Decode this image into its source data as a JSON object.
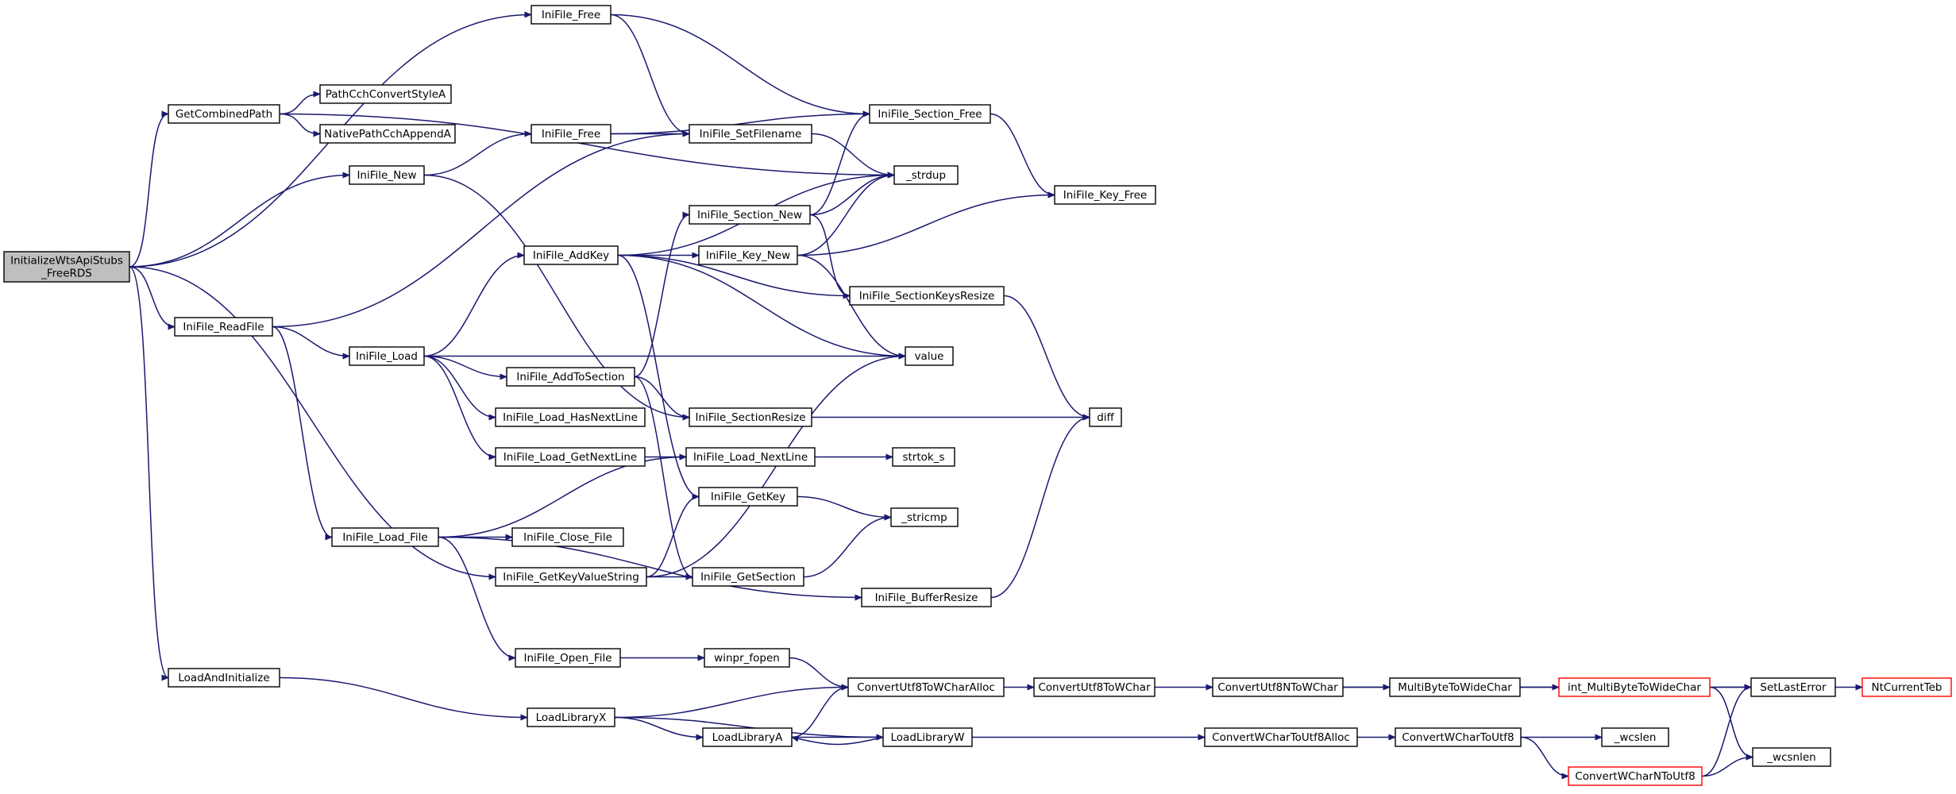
{
  "nodes": [
    {
      "id": "root",
      "lines": [
        "InitializeWtsApiStubs",
        "_FreeRDS"
      ],
      "interactable": true
    },
    {
      "id": "inifile_free_top",
      "lines": [
        "IniFile_Free"
      ],
      "interactable": true
    },
    {
      "id": "getcombinedpath",
      "lines": [
        "GetCombinedPath"
      ],
      "interactable": true
    },
    {
      "id": "pathcchconvertstylea",
      "lines": [
        "PathCchConvertStyleA"
      ],
      "interactable": true
    },
    {
      "id": "nativepathcchappenda",
      "lines": [
        "NativePathCchAppendA"
      ],
      "interactable": true
    },
    {
      "id": "inifile_new",
      "lines": [
        "IniFile_New"
      ],
      "interactable": true
    },
    {
      "id": "inifile_free_mid",
      "lines": [
        "IniFile_Free"
      ],
      "interactable": true
    },
    {
      "id": "inifile_setfilename",
      "lines": [
        "IniFile_SetFilename"
      ],
      "interactable": true
    },
    {
      "id": "inifile_section_free",
      "lines": [
        "IniFile_Section_Free"
      ],
      "interactable": true
    },
    {
      "id": "strdup",
      "lines": [
        "_strdup"
      ],
      "interactable": true
    },
    {
      "id": "inifile_key_free",
      "lines": [
        "IniFile_Key_Free"
      ],
      "interactable": true
    },
    {
      "id": "inifile_section_new",
      "lines": [
        "IniFile_Section_New"
      ],
      "interactable": true
    },
    {
      "id": "inifile_addkey",
      "lines": [
        "IniFile_AddKey"
      ],
      "interactable": true
    },
    {
      "id": "inifile_key_new",
      "lines": [
        "IniFile_Key_New"
      ],
      "interactable": true
    },
    {
      "id": "inifile_sectionkeysresize",
      "lines": [
        "IniFile_SectionKeysResize"
      ],
      "interactable": true
    },
    {
      "id": "inifile_readfile",
      "lines": [
        "IniFile_ReadFile"
      ],
      "interactable": true
    },
    {
      "id": "inifile_load",
      "lines": [
        "IniFile_Load"
      ],
      "interactable": true
    },
    {
      "id": "inifile_addtosection",
      "lines": [
        "IniFile_AddToSection"
      ],
      "interactable": true
    },
    {
      "id": "value",
      "lines": [
        "value"
      ],
      "interactable": true
    },
    {
      "id": "inifile_load_hasnextline",
      "lines": [
        "IniFile_Load_HasNextLine"
      ],
      "interactable": true
    },
    {
      "id": "inifile_sectionresize",
      "lines": [
        "IniFile_SectionResize"
      ],
      "interactable": true
    },
    {
      "id": "diff",
      "lines": [
        "diff"
      ],
      "interactable": true
    },
    {
      "id": "inifile_load_getnextline",
      "lines": [
        "IniFile_Load_GetNextLine"
      ],
      "interactable": true
    },
    {
      "id": "inifile_load_nextline",
      "lines": [
        "IniFile_Load_NextLine"
      ],
      "interactable": true
    },
    {
      "id": "strtok_s",
      "lines": [
        "strtok_s"
      ],
      "interactable": true
    },
    {
      "id": "inifile_getkey",
      "lines": [
        "IniFile_GetKey"
      ],
      "interactable": true
    },
    {
      "id": "stricmp",
      "lines": [
        "_stricmp"
      ],
      "interactable": true
    },
    {
      "id": "inifile_load_file",
      "lines": [
        "IniFile_Load_File"
      ],
      "interactable": true
    },
    {
      "id": "inifile_close_file",
      "lines": [
        "IniFile_Close_File"
      ],
      "interactable": true
    },
    {
      "id": "inifile_getkeyvaluestring",
      "lines": [
        "IniFile_GetKeyValueString"
      ],
      "interactable": true
    },
    {
      "id": "inifile_getsection",
      "lines": [
        "IniFile_GetSection"
      ],
      "interactable": true
    },
    {
      "id": "inifile_bufferresize",
      "lines": [
        "IniFile_BufferResize"
      ],
      "interactable": true
    },
    {
      "id": "inifile_open_file",
      "lines": [
        "IniFile_Open_File"
      ],
      "interactable": true
    },
    {
      "id": "winpr_fopen",
      "lines": [
        "winpr_fopen"
      ],
      "interactable": true
    },
    {
      "id": "loadandinitialize",
      "lines": [
        "LoadAndInitialize"
      ],
      "interactable": true
    },
    {
      "id": "convertutf8towcharalloc",
      "lines": [
        "ConvertUtf8ToWCharAlloc"
      ],
      "interactable": true
    },
    {
      "id": "convertutf8towchar",
      "lines": [
        "ConvertUtf8ToWChar"
      ],
      "interactable": true
    },
    {
      "id": "convertutf8ntowchar",
      "lines": [
        "ConvertUtf8NToWChar"
      ],
      "interactable": true
    },
    {
      "id": "multibytetowidechar",
      "lines": [
        "MultiByteToWideChar"
      ],
      "interactable": true
    },
    {
      "id": "int_multibytetowidechar",
      "lines": [
        "int_MultiByteToWideChar"
      ],
      "interactable": true,
      "red": true
    },
    {
      "id": "setlasterror",
      "lines": [
        "SetLastError"
      ],
      "interactable": true
    },
    {
      "id": "ntcurrentteb",
      "lines": [
        "NtCurrentTeb"
      ],
      "interactable": true,
      "red": true
    },
    {
      "id": "loadlibraryx",
      "lines": [
        "LoadLibraryX"
      ],
      "interactable": true
    },
    {
      "id": "loadlibrarya",
      "lines": [
        "LoadLibraryA"
      ],
      "interactable": true
    },
    {
      "id": "loadlibraryw",
      "lines": [
        "LoadLibraryW"
      ],
      "interactable": true
    },
    {
      "id": "convertwchartoutf8alloc",
      "lines": [
        "ConvertWCharToUtf8Alloc"
      ],
      "interactable": true
    },
    {
      "id": "convertwchartoutf8",
      "lines": [
        "ConvertWCharToUtf8"
      ],
      "interactable": true
    },
    {
      "id": "wcslen",
      "lines": [
        "_wcslen"
      ],
      "interactable": true
    },
    {
      "id": "convertwcharntoutf8",
      "lines": [
        "ConvertWCharNToUtf8"
      ],
      "interactable": true,
      "red": true
    },
    {
      "id": "wcsnlen",
      "lines": [
        "_wcsnlen"
      ],
      "interactable": true
    }
  ],
  "edges": [
    [
      "root",
      "inifile_free_top"
    ],
    [
      "root",
      "getcombinedpath"
    ],
    [
      "root",
      "inifile_new"
    ],
    [
      "root",
      "inifile_readfile"
    ],
    [
      "root",
      "inifile_getkeyvaluestring"
    ],
    [
      "root",
      "loadandinitialize"
    ],
    [
      "inifile_free_top",
      "inifile_setfilename"
    ],
    [
      "inifile_free_top",
      "inifile_section_free"
    ],
    [
      "getcombinedpath",
      "pathcchconvertstylea"
    ],
    [
      "getcombinedpath",
      "nativepathcchappenda"
    ],
    [
      "getcombinedpath",
      "strdup"
    ],
    [
      "inifile_new",
      "inifile_free_mid"
    ],
    [
      "inifile_new",
      "inifile_sectionresize"
    ],
    [
      "inifile_free_mid",
      "inifile_setfilename"
    ],
    [
      "inifile_free_mid",
      "inifile_section_free"
    ],
    [
      "inifile_setfilename",
      "strdup"
    ],
    [
      "inifile_section_free",
      "inifile_key_free"
    ],
    [
      "inifile_readfile",
      "inifile_setfilename"
    ],
    [
      "inifile_readfile",
      "inifile_load"
    ],
    [
      "inifile_readfile",
      "inifile_load_file"
    ],
    [
      "inifile_addkey",
      "strdup"
    ],
    [
      "inifile_addkey",
      "inifile_key_new"
    ],
    [
      "inifile_addkey",
      "inifile_sectionkeysresize"
    ],
    [
      "inifile_addkey",
      "value"
    ],
    [
      "inifile_addkey",
      "inifile_getkey"
    ],
    [
      "inifile_section_new",
      "inifile_section_free"
    ],
    [
      "inifile_section_new",
      "strdup"
    ],
    [
      "inifile_section_new",
      "inifile_sectionkeysresize"
    ],
    [
      "inifile_key_new",
      "strdup"
    ],
    [
      "inifile_key_new",
      "inifile_key_free"
    ],
    [
      "inifile_key_new",
      "value"
    ],
    [
      "inifile_sectionkeysresize",
      "diff"
    ],
    [
      "inifile_load",
      "inifile_addkey"
    ],
    [
      "inifile_load",
      "value"
    ],
    [
      "inifile_load",
      "inifile_addtosection"
    ],
    [
      "inifile_load",
      "inifile_load_hasnextline"
    ],
    [
      "inifile_load",
      "inifile_load_getnextline"
    ],
    [
      "inifile_addtosection",
      "inifile_section_new"
    ],
    [
      "inifile_addtosection",
      "inifile_sectionresize"
    ],
    [
      "inifile_addtosection",
      "inifile_getsection"
    ],
    [
      "inifile_sectionresize",
      "diff"
    ],
    [
      "inifile_load_getnextline",
      "inifile_load_nextline"
    ],
    [
      "inifile_load_nextline",
      "strtok_s"
    ],
    [
      "inifile_getkey",
      "stricmp"
    ],
    [
      "inifile_load_file",
      "inifile_load_nextline"
    ],
    [
      "inifile_load_file",
      "inifile_close_file"
    ],
    [
      "inifile_load_file",
      "inifile_bufferresize"
    ],
    [
      "inifile_load_file",
      "inifile_open_file"
    ],
    [
      "inifile_getkeyvaluestring",
      "inifile_getkey"
    ],
    [
      "inifile_getkeyvaluestring",
      "value"
    ],
    [
      "inifile_getkeyvaluestring",
      "inifile_getsection"
    ],
    [
      "inifile_getsection",
      "stricmp"
    ],
    [
      "inifile_bufferresize",
      "diff"
    ],
    [
      "inifile_open_file",
      "winpr_fopen"
    ],
    [
      "winpr_fopen",
      "convertutf8towcharalloc"
    ],
    [
      "loadandinitialize",
      "loadlibraryx"
    ],
    [
      "loadlibraryx",
      "convertutf8towcharalloc"
    ],
    [
      "loadlibraryx",
      "loadlibrarya"
    ],
    [
      "loadlibraryx",
      "loadlibraryw"
    ],
    [
      "loadlibrarya",
      "convertutf8towcharalloc"
    ],
    [
      "loadlibrarya",
      "loadlibraryw"
    ],
    [
      "loadlibraryw",
      "loadlibrarya"
    ],
    [
      "loadlibraryw",
      "convertwchartoutf8alloc"
    ],
    [
      "convertutf8towcharalloc",
      "convertutf8towchar"
    ],
    [
      "convertutf8towchar",
      "convertutf8ntowchar"
    ],
    [
      "convertutf8ntowchar",
      "multibytetowidechar"
    ],
    [
      "convertutf8ntowchar",
      "setlasterror"
    ],
    [
      "multibytetowidechar",
      "int_multibytetowidechar"
    ],
    [
      "int_multibytetowidechar",
      "setlasterror"
    ],
    [
      "int_multibytetowidechar",
      "wcsnlen"
    ],
    [
      "setlasterror",
      "ntcurrentteb"
    ],
    [
      "convertwchartoutf8alloc",
      "convertwchartoutf8"
    ],
    [
      "convertwchartoutf8",
      "wcslen"
    ],
    [
      "convertwchartoutf8",
      "convertwcharntoutf8"
    ],
    [
      "convertwcharntoutf8",
      "setlasterror"
    ],
    [
      "convertwcharntoutf8",
      "wcsnlen"
    ]
  ],
  "colors": {
    "edge": "#191970",
    "node_border": "#000000",
    "node_fill": "#ffffff",
    "root_fill": "#bfbfbf",
    "external_border": "#ff0000"
  }
}
